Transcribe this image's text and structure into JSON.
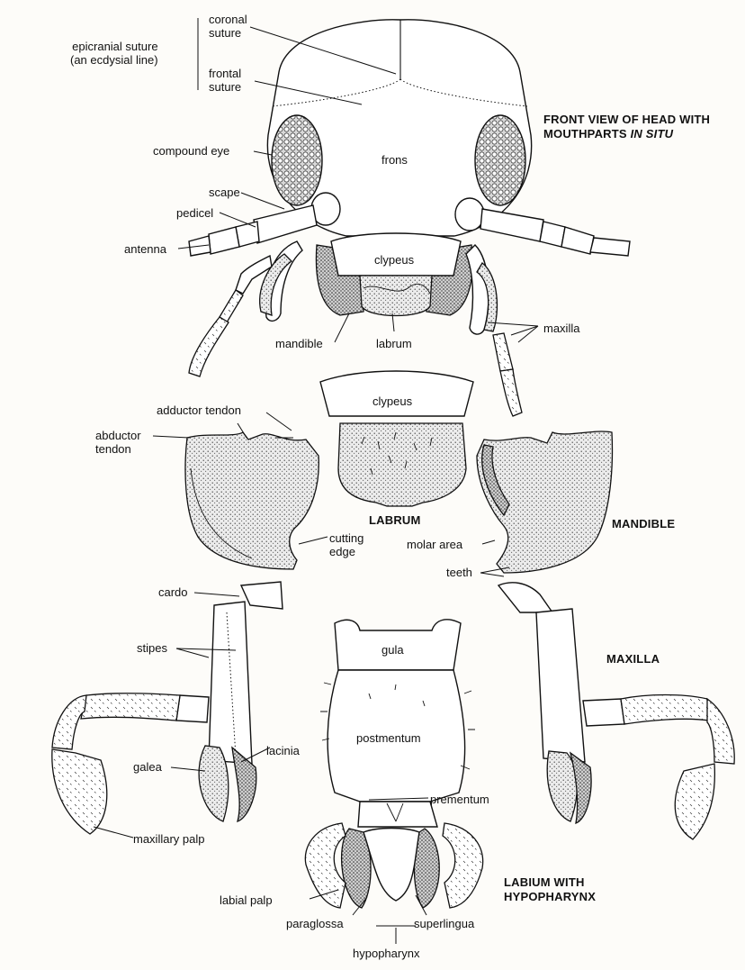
{
  "sections": {
    "head_line1": "FRONT VIEW OF HEAD WITH",
    "head_line2a": "MOUTHPARTS ",
    "head_line2b": "IN SITU",
    "labrum": "LABRUM",
    "mandible": "MANDIBLE",
    "maxilla": "MAXILLA",
    "labium_line1": "LABIUM WITH",
    "labium_line2": "HYPOPHARYNX"
  },
  "labels": {
    "coronal_1": "coronal",
    "coronal_2": "suture",
    "epicranial_1": "epicranial suture",
    "epicranial_2": "(an ecdysial line)",
    "frontal_1": "frontal",
    "frontal_2": "suture",
    "compound_eye": "compound eye",
    "frons": "frons",
    "scape": "scape",
    "pedicel": "pedicel",
    "antenna": "antenna",
    "clypeus": "clypeus",
    "mandible_head": "mandible",
    "labrum_head": "labrum",
    "maxilla_head": "maxilla",
    "adductor_tendon": "adductor tendon",
    "abductor_1": "abductor",
    "abductor_2": "tendon",
    "clypeus_2": "clypeus",
    "cutting_1": "cutting",
    "cutting_2": "edge",
    "molar_area": "molar area",
    "teeth": "teeth",
    "cardo": "cardo",
    "stipes": "stipes",
    "lacinia": "lacinia",
    "galea": "galea",
    "maxillary_palp": "maxillary palp",
    "gula": "gula",
    "postmentum": "postmentum",
    "prementum": "prementum",
    "labial_palp": "labial palp",
    "paraglossa": "paraglossa",
    "superlingua": "superlingua",
    "hypopharynx": "hypopharynx"
  },
  "colors": {
    "ink": "#111111",
    "paper": "#fdfcf9",
    "stipple": "#e2e2e2"
  }
}
